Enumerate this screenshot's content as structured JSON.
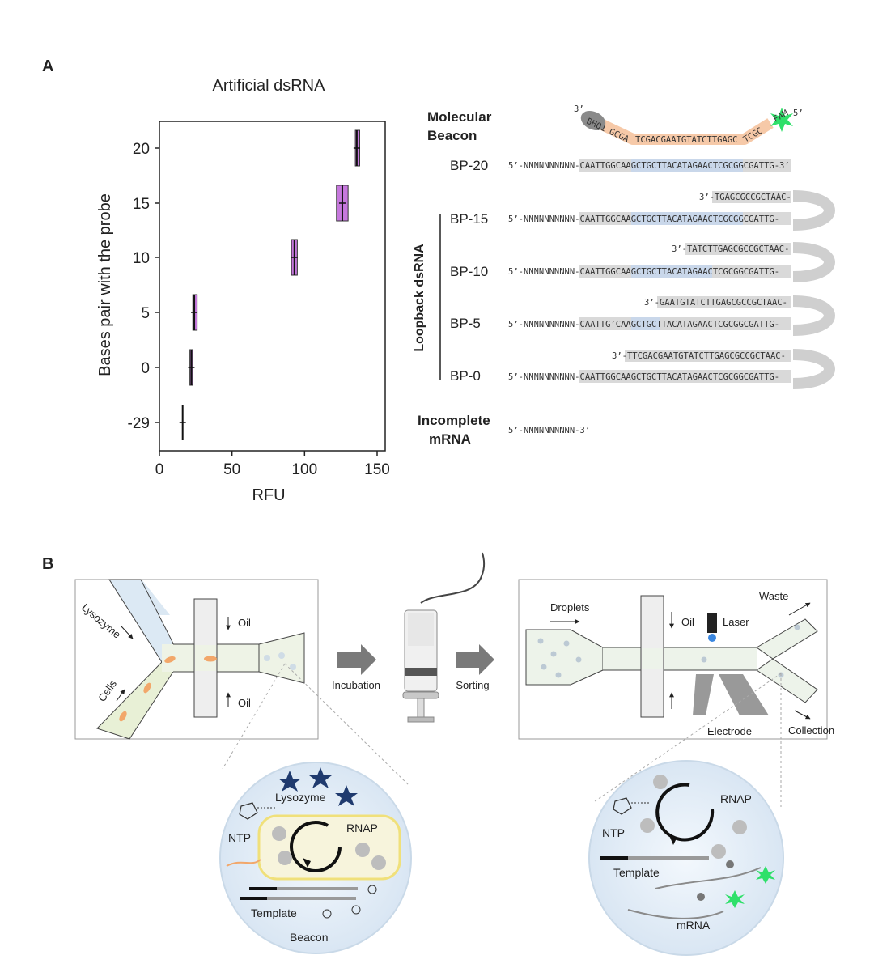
{
  "panel_a": {
    "label": "A",
    "chart": {
      "title": "Artificial dsRNA",
      "xlabel": "RFU",
      "ylabel": "Bases pair with the probe",
      "x_ticks": [
        "0",
        "50",
        "100",
        "150"
      ],
      "y_ticks": [
        "-29",
        "0",
        "5",
        "10",
        "15",
        "20"
      ]
    },
    "beacon": {
      "label_line1": "Molecular",
      "label_line2": "Beacon",
      "left_end": "3’",
      "quencher": "BHQ1",
      "stem_left": "GCGA",
      "loop": "TCGACGAATGTATCTTGAGC",
      "stem_right": "TCGC",
      "fluor": "FAM",
      "right_end": "5’"
    },
    "loopback_label": "Loopback dsRNA",
    "constructs": [
      {
        "name": "BP-20",
        "seq": "5’-NNNNNNNNNN-CAATTGGCAAGCTGCTTACATAGAACTCGCGGCGATTG-3’",
        "top": ""
      },
      {
        "name": "BP-15",
        "seq": "5’-NNNNNNNNNN-CAATTGGCAAGCTGCTTACATAGAACTCGCGGCGATTG-",
        "top": "3’-TGAGCGCCGCTAAC-"
      },
      {
        "name": "BP-10",
        "seq": "5’-NNNNNNNNNN-CAATTGGCAAGCTGCTTACATAGAACTCGCGGCGATTG-",
        "top": "3’-TATCTTGAGCGCCGCTAAC-"
      },
      {
        "name": "BP-5",
        "seq": "5’-NNNNNNNNNN-CAATTG’CAAGCTGCTTACATAGAACTCGCGGCGATTG-",
        "top": "3’-GAATGTATCTTGAGCGCCGCTAAC-"
      },
      {
        "name": "BP-0",
        "seq": "5’-NNNNNNNNNN-CAATTGGCAAGCTGCTTACATAGAACTCGCGGCGATTG-",
        "top": "3’-TTCGACGAATGTATCTTGAGCGCCGCTAAC-"
      }
    ],
    "incomplete": {
      "line1": "Incomplete",
      "line2": "mRNA",
      "seq": "5’-NNNNNNNNNN-3’"
    }
  },
  "panel_b": {
    "label": "B",
    "left_chip": {
      "lysozyme": "Lysozyme",
      "cells": "Cells",
      "oil_top": "Oil",
      "oil_bottom": "Oil"
    },
    "incubation": "Incubation",
    "sorting": "Sorting",
    "right_chip": {
      "droplets": "Droplets",
      "oil": "Oil",
      "laser": "Laser",
      "waste": "Waste",
      "electrode": "Electrode",
      "collection": "Collection"
    },
    "left_zoom": {
      "lysozyme": "Lysozyme",
      "ntp": "NTP",
      "rnap": "RNAP",
      "template": "Template",
      "beacon": "Beacon"
    },
    "right_zoom": {
      "rnap": "RNAP",
      "ntp": "NTP",
      "template": "Template",
      "mrna": "mRNA"
    }
  },
  "chart_data": {
    "type": "box",
    "title": "Artificial dsRNA",
    "xlabel": "RFU",
    "ylabel": "Bases pair with the probe",
    "xlim": [
      0,
      150
    ],
    "categories": [
      "-29",
      "0",
      "5",
      "10",
      "15",
      "20"
    ],
    "series": [
      {
        "values": [
          {
            "category": "-29",
            "median": 16,
            "q1": 16,
            "q3": 16,
            "min": 15.5,
            "max": 16.5
          },
          {
            "category": "0",
            "median": 22,
            "q1": 21,
            "q3": 23,
            "min": 21,
            "max": 23
          },
          {
            "category": "5",
            "median": 24,
            "q1": 23,
            "q3": 26,
            "min": 23,
            "max": 26
          },
          {
            "category": "10",
            "median": 93,
            "q1": 91,
            "q3": 95,
            "min": 91,
            "max": 95
          },
          {
            "category": "15",
            "median": 126,
            "q1": 122,
            "q3": 130,
            "min": 122,
            "max": 130
          },
          {
            "category": "20",
            "median": 136,
            "q1": 135,
            "q3": 138,
            "min": 135,
            "max": 138
          }
        ]
      }
    ]
  }
}
